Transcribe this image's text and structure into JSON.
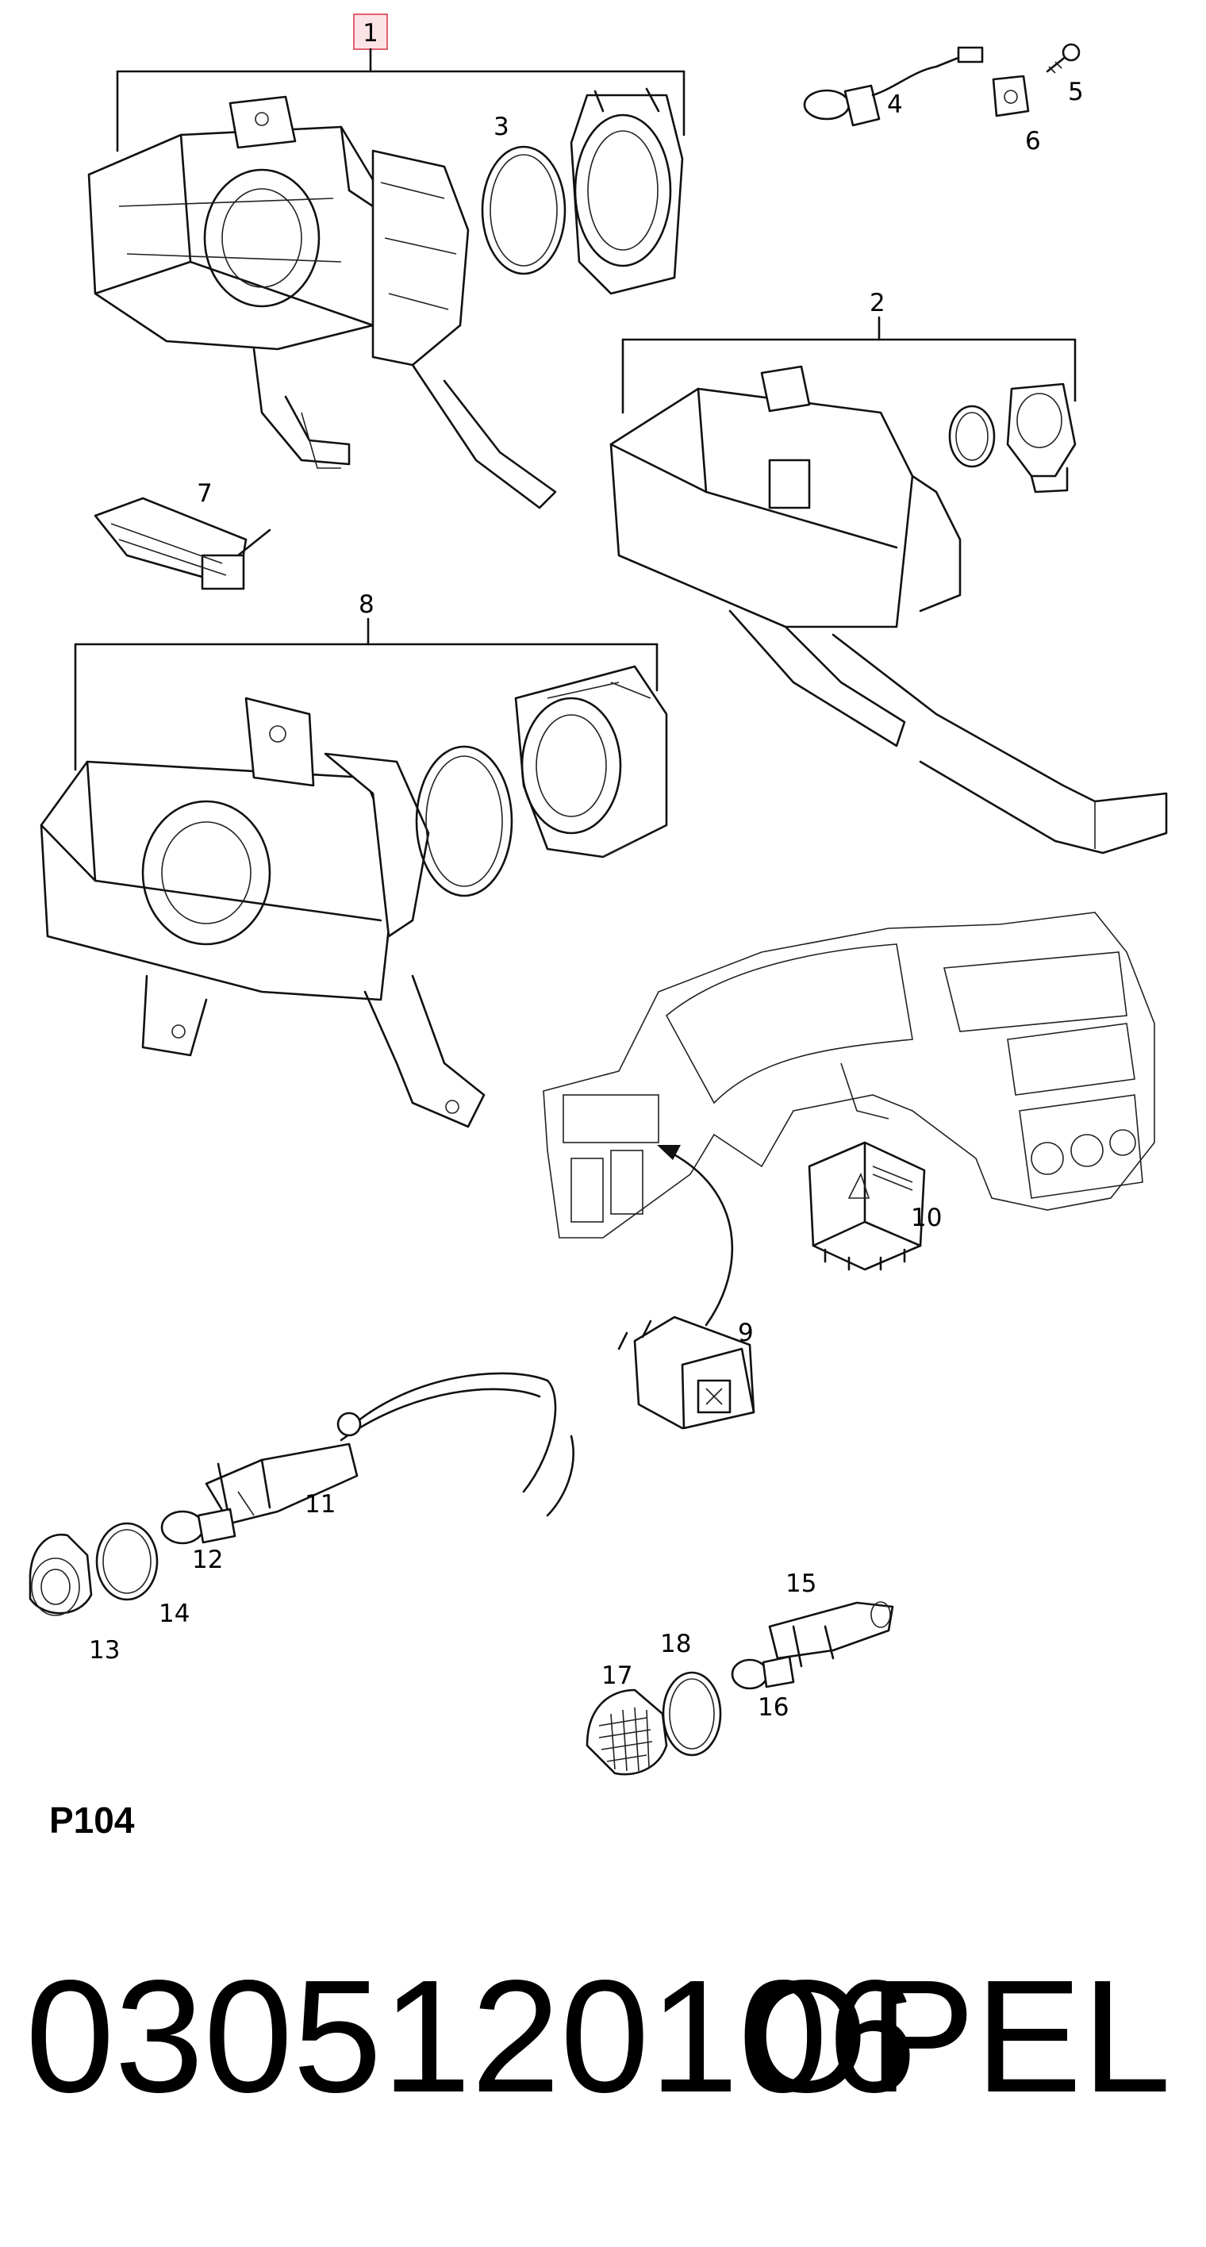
{
  "callouts": {
    "c1": "1",
    "c2": "2",
    "c3": "3",
    "c4": "4",
    "c5": "5",
    "c6": "6",
    "c7": "7",
    "c8": "8",
    "c9": "9",
    "c10": "10",
    "c11": "11",
    "c12": "12",
    "c13": "13",
    "c14": "14",
    "c15": "15",
    "c16": "16",
    "c17": "17",
    "c18": "18"
  },
  "section_code": "P104",
  "footer": {
    "part_number": "0305120106",
    "brand": "OPEL"
  },
  "colors": {
    "highlight_border": "#e06070",
    "highlight_fill": "#fbe3e6",
    "line": "#111111"
  }
}
